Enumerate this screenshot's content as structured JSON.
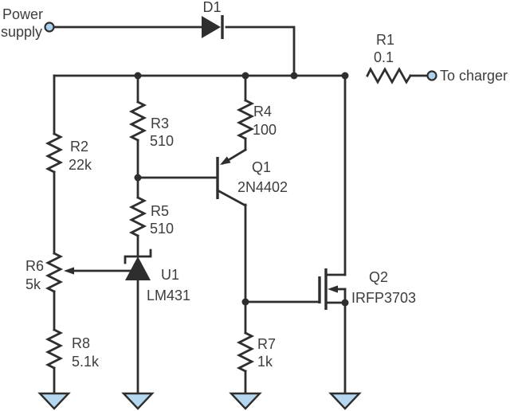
{
  "diagram": {
    "type": "circuit-schematic",
    "input_label_line1": "Power",
    "input_label_line2": "supply",
    "output_label": "To charger"
  },
  "components": {
    "d1": {
      "ref": "D1"
    },
    "r1": {
      "ref": "R1",
      "value": "0.1"
    },
    "r2": {
      "ref": "R2",
      "value": "22k"
    },
    "r3": {
      "ref": "R3",
      "value": "510"
    },
    "r4": {
      "ref": "R4",
      "value": "100"
    },
    "r5": {
      "ref": "R5",
      "value": "510"
    },
    "r6": {
      "ref": "R6",
      "value": "5k"
    },
    "r7": {
      "ref": "R7",
      "value": "1k"
    },
    "r8": {
      "ref": "R8",
      "value": "5.1k"
    },
    "q1": {
      "ref": "Q1",
      "value": "2N4402"
    },
    "q2": {
      "ref": "Q2",
      "value": "IRFP3703"
    },
    "u1": {
      "ref": "U1",
      "value": "LM431"
    }
  },
  "colors": {
    "wire": "#2e2e2e",
    "text": "#3d3d3d",
    "terminal_fill": "#aed2ee",
    "ground_fill": "#b5d7f0",
    "background": "#ffffff"
  }
}
